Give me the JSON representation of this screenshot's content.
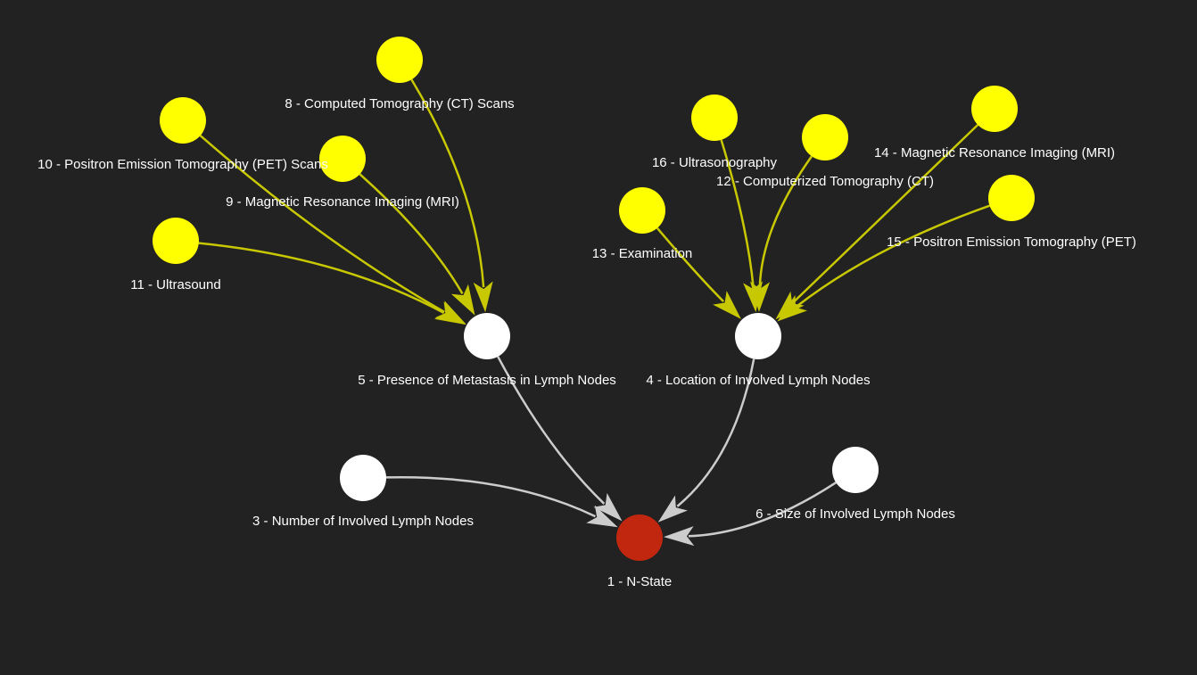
{
  "colors": {
    "background": "#222222",
    "edge_yellow": "#c8c800",
    "edge_gray": "#cccccc",
    "node_yellow": "#ffff00",
    "node_white": "#ffffff",
    "node_red": "#c1270f",
    "label": "#ffffff"
  },
  "nodes": [
    {
      "id": "n1",
      "label": "1 - N-State",
      "color": "node_red",
      "icon": "root-node-circle"
    },
    {
      "id": "n3",
      "label": "3 - Number of Involved Lymph Nodes",
      "color": "node_white",
      "icon": "node-circle"
    },
    {
      "id": "n4",
      "label": "4 - Location of Involved Lymph Nodes",
      "color": "node_white",
      "icon": "node-circle"
    },
    {
      "id": "n5",
      "label": "5 - Presence of Metastasis in Lymph Nodes",
      "color": "node_white",
      "icon": "node-circle"
    },
    {
      "id": "n6",
      "label": "6 - Size of Involved Lymph Nodes",
      "color": "node_white",
      "icon": "node-circle"
    },
    {
      "id": "n8",
      "label": "8 - Computed Tomography (CT) Scans",
      "color": "node_yellow",
      "icon": "node-circle"
    },
    {
      "id": "n9",
      "label": "9 - Magnetic Resonance Imaging (MRI)",
      "color": "node_yellow",
      "icon": "node-circle"
    },
    {
      "id": "n10",
      "label": "10 - Positron Emission Tomography (PET) Scans",
      "color": "node_yellow",
      "icon": "node-circle"
    },
    {
      "id": "n11",
      "label": "11 - Ultrasound",
      "color": "node_yellow",
      "icon": "node-circle"
    },
    {
      "id": "n12",
      "label": "12 - Computerized Tomography (CT)",
      "color": "node_yellow",
      "icon": "node-circle"
    },
    {
      "id": "n13",
      "label": "13 - Examination",
      "color": "node_yellow",
      "icon": "node-circle"
    },
    {
      "id": "n14",
      "label": "14 - Magnetic Resonance Imaging (MRI)",
      "color": "node_yellow",
      "icon": "node-circle"
    },
    {
      "id": "n15",
      "label": "15 - Positron Emission Tomography (PET)",
      "color": "node_yellow",
      "icon": "node-circle"
    },
    {
      "id": "n16",
      "label": "16 - Ultrasonography",
      "color": "node_yellow",
      "icon": "node-circle"
    }
  ],
  "edges": [
    {
      "from": "n3",
      "to": "n1",
      "color": "edge_gray"
    },
    {
      "from": "n4",
      "to": "n1",
      "color": "edge_gray"
    },
    {
      "from": "n5",
      "to": "n1",
      "color": "edge_gray"
    },
    {
      "from": "n6",
      "to": "n1",
      "color": "edge_gray"
    },
    {
      "from": "n8",
      "to": "n5",
      "color": "edge_yellow"
    },
    {
      "from": "n9",
      "to": "n5",
      "color": "edge_yellow"
    },
    {
      "from": "n10",
      "to": "n5",
      "color": "edge_yellow"
    },
    {
      "from": "n11",
      "to": "n5",
      "color": "edge_yellow"
    },
    {
      "from": "n12",
      "to": "n4",
      "color": "edge_yellow"
    },
    {
      "from": "n13",
      "to": "n4",
      "color": "edge_yellow"
    },
    {
      "from": "n14",
      "to": "n4",
      "color": "edge_yellow"
    },
    {
      "from": "n15",
      "to": "n4",
      "color": "edge_yellow"
    },
    {
      "from": "n16",
      "to": "n4",
      "color": "edge_yellow"
    }
  ]
}
